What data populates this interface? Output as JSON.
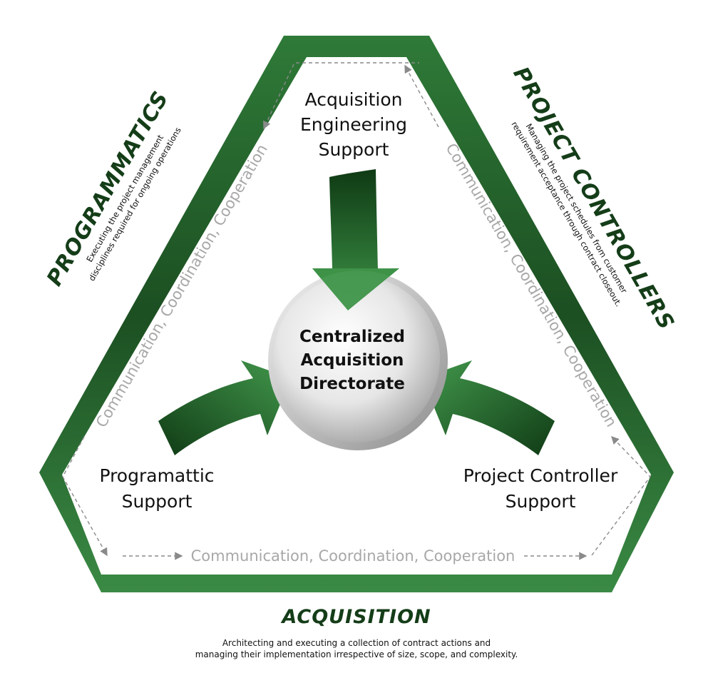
{
  "center": {
    "line1": "Centralized",
    "line2": "Acquisition",
    "line3": "Directorate"
  },
  "nodes": {
    "engineering": {
      "line1": "Acquisition",
      "line2": "Engineering",
      "line3": "Support"
    },
    "programmatic": {
      "line1": "Programattic",
      "line2": "Support"
    },
    "controller": {
      "line1": "Project Controller",
      "line2": "Support"
    }
  },
  "connectors": {
    "left": "Communication, Coordination, Cooperation",
    "right": "Communication, Coordination, Cooperation",
    "bottom": "Communication, Coordination, Cooperation"
  },
  "sides": {
    "programmatics": {
      "title": "PROGRAMMATICS",
      "desc1": "Executing the project management",
      "desc2": "disciplines required for ongoing operations"
    },
    "controllers": {
      "title": "PROJECT CONTROLLERS",
      "desc1": "Managing the project schedules from customer",
      "desc2": "requirement acceptance through contract closeout."
    },
    "acquisition": {
      "title": "ACQUISITION",
      "desc1": "Architecting and executing a collection of contract actions and",
      "desc2": "managing their implementation irrespective of size, scope, and complexity."
    }
  },
  "colors": {
    "frame_dark": "#163e1b",
    "frame_light": "#3c8a45",
    "arrow_dark": "#0f3a14",
    "arrow_light": "#3e9448",
    "title_green": "#143d18",
    "connector_text": "#a8a8a8"
  }
}
